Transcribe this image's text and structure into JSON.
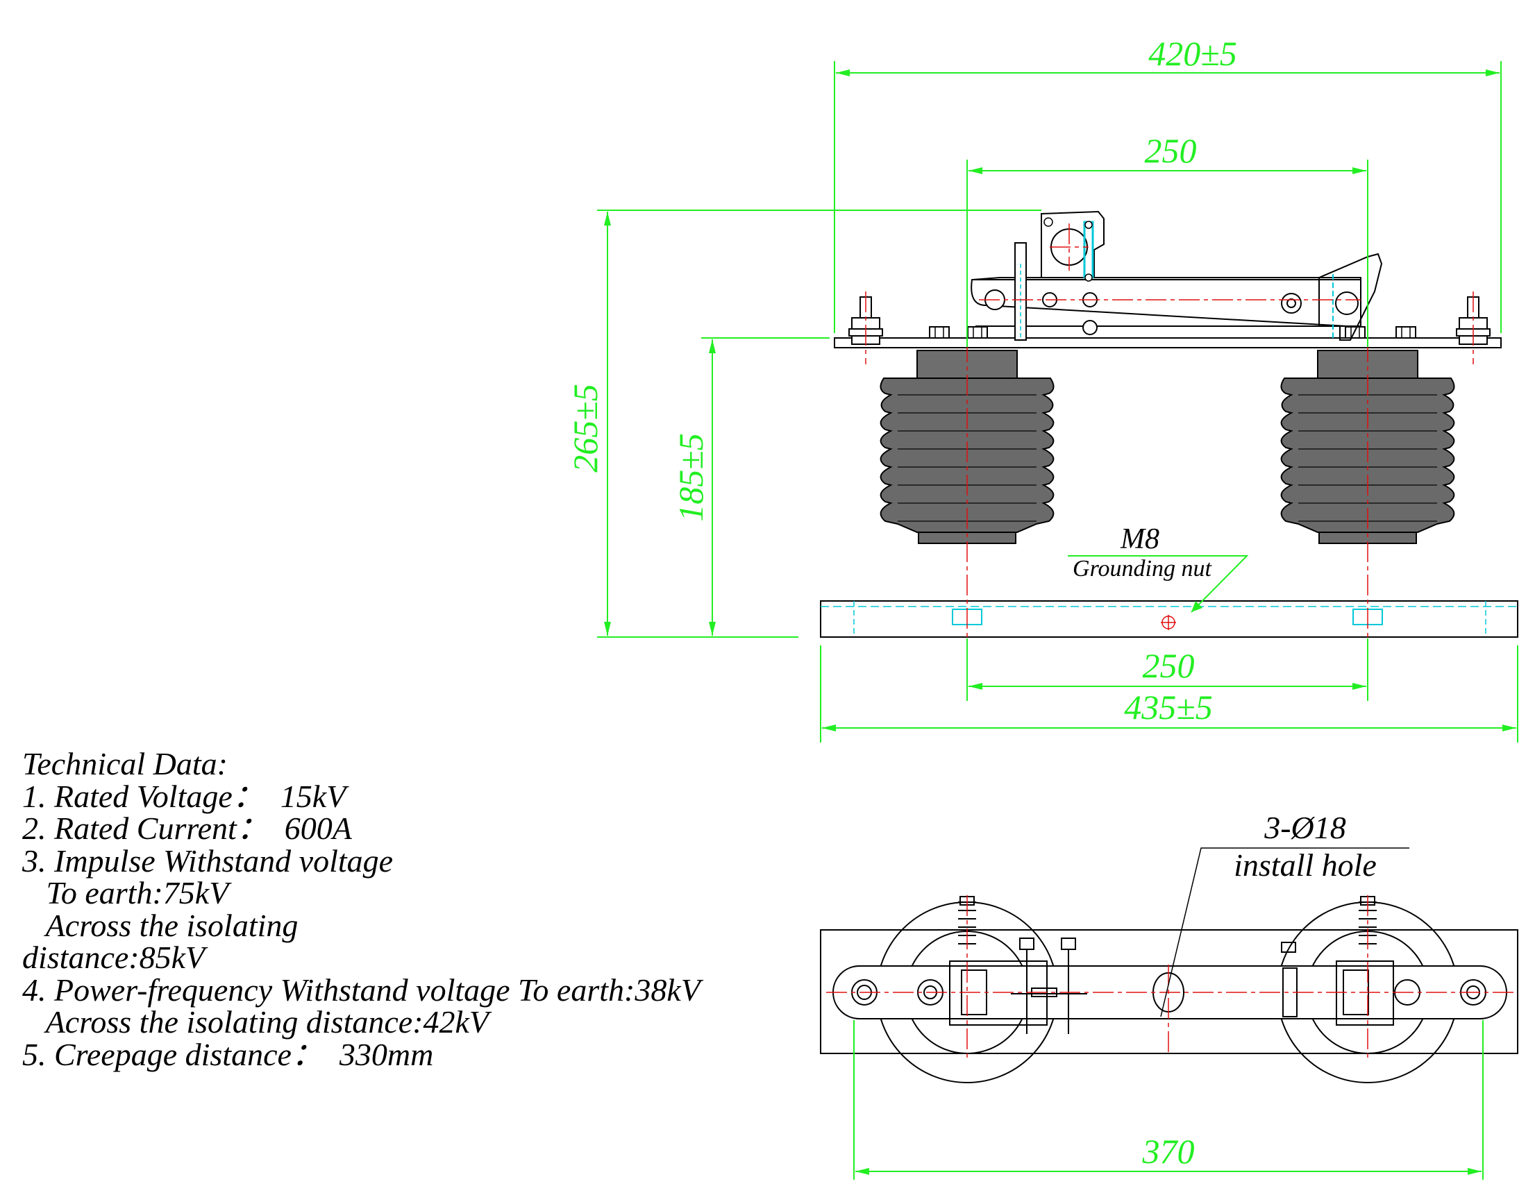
{
  "colors": {
    "dimension": "#22ee22",
    "centerline": "#e01010",
    "hidden": "#00c8d8",
    "outline": "#000000",
    "insulator_fill": "#707070"
  },
  "dimensions": {
    "overall_width_top": "420±5",
    "contact_spacing_top": "250",
    "total_height": "265±5",
    "insulator_height": "185±5",
    "base_hole_spacing": "250",
    "base_length": "435±5",
    "plan_hole_spacing": "370"
  },
  "callouts": {
    "grounding_size": "M8",
    "grounding_label": "Grounding nut",
    "hole_spec": "3-Ø18",
    "hole_label": "install hole"
  },
  "technical_data": {
    "title": "Technical Data:",
    "lines": [
      "1. Rated Voltage：  15kV",
      "2. Rated Current：  600A",
      "3. Impulse Withstand voltage",
      "   To earth:75kV",
      "   Across the isolating",
      "distance:85kV",
      "4. Power-frequency Withstand voltage To earth:38kV",
      "   Across the isolating distance:42kV",
      "5. Creepage distance：  330mm"
    ]
  }
}
